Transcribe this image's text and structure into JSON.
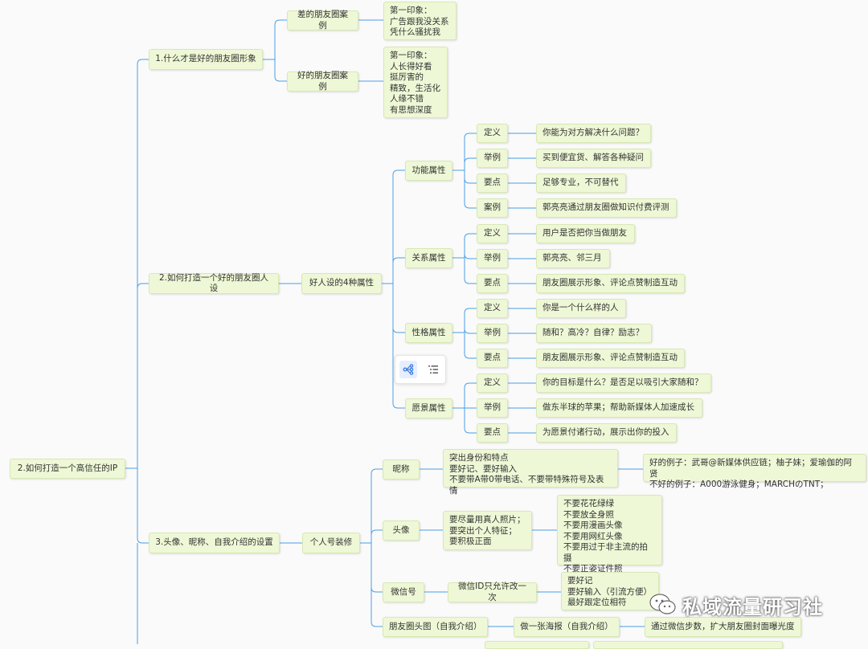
{
  "mindmap": {
    "root": "2.如何打造一个高信任的IP",
    "sec1": {
      "title": "1.什么才是好的朋友圈形象",
      "bad": {
        "label": "差的朋友圈案例",
        "detail": "第一印象：\n广告跟我没关系\n凭什么骚扰我"
      },
      "good": {
        "label": "好的朋友圈案例",
        "detail": "第一印象：\n人长得好看\n挺厉害的\n精致，生活化\n人缘不错\n有思想深度"
      }
    },
    "sec2": {
      "title": "2.如何打造一个好的朋友圈人设",
      "group": "好人设的4种属性",
      "func": {
        "label": "功能属性",
        "k1": "定义",
        "v1": "你能为对方解决什么问题？",
        "k2": "举例",
        "v2": "买到便宜货、解答各种疑问",
        "k3": "要点",
        "v3": "足够专业，不可替代",
        "k4": "案例",
        "v4": "郭亮亮通过朋友圈做知识付费评测"
      },
      "rel": {
        "label": "关系属性",
        "k1": "定义",
        "v1": "用户是否把你当做朋友",
        "k2": "举例",
        "v2": "郭亮亮、邻三月",
        "k3": "要点",
        "v3": "朋友圈展示形象、评论点赞制造互动"
      },
      "per": {
        "label": "性格属性",
        "k1": "定义",
        "v1": "你是一个什么样的人",
        "k2": "举例",
        "v2": "随和？高冷？自律？励志？",
        "k3": "要点",
        "v3": "朋友圈展示形象、评论点赞制造互动"
      },
      "vis": {
        "label": "愿景属性",
        "k1": "定义",
        "v1": "你的目标是什么？是否足以吸引大家随和？",
        "k2": "举例",
        "v2": "做东半球的苹果；帮助新媒体人加速成长",
        "k3": "要点",
        "v3": "为愿景付诸行动，展示出你的投入"
      }
    },
    "sec3": {
      "title": "3.头像、昵称、自我介绍的设置",
      "group": "个人号装修",
      "nick": {
        "label": "昵称",
        "detail": "突出身份和特点\n要好记、要好输入\n不要带A带0带电话、不要带特殊符号及表情",
        "examples": "好的例子：武哥@新媒体供应链；柚子妹；爱瑜伽的阿贤\n不好的例子：A000游泳健身；MARCHのTNT；"
      },
      "avatar": {
        "label": "头像",
        "detail": "要尽量用真人照片；\n要突出个人特征；\n要积极正面",
        "donts": "不要花花绿绿\n不要放全身照\n不要用漫画头像\n不要用网红头像\n不要用过于非主流的拍摄\n不要正姿证件照"
      },
      "wechat": {
        "label": "微信号",
        "detail": "微信ID只允许改一次",
        "tips": "要好记\n要好输入（引流方便）\n最好跟定位相符"
      },
      "cover": {
        "label": "朋友圈头图（自我介绍）",
        "detail": "做一张海报（自我介绍）",
        "tips": "通过微信步数，扩大朋友圈封面曝光度"
      }
    }
  },
  "toolbar": {
    "icons": [
      "mindmap-icon",
      "outline-icon"
    ]
  },
  "watermark": {
    "text": "私域流量研习社",
    "icon": "wechat-icon"
  },
  "colors": {
    "node_fill": "#eef8d6",
    "line": "#4a9fe6",
    "bg": "#fafafa"
  }
}
